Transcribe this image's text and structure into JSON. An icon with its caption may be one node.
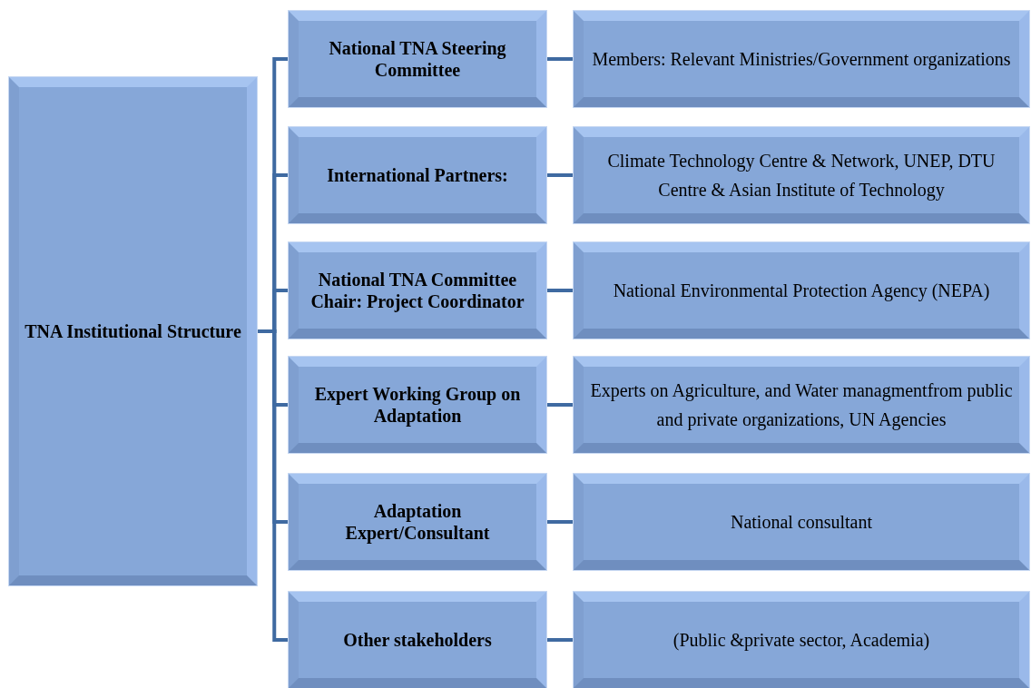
{
  "diagram": {
    "nodes": [
      {
        "text": [
          "TNA Institutional Structure"
        ]
      },
      {
        "text": [
          "National TNA Steering Committee"
        ]
      },
      {
        "text": [
          "Members: Relevant Ministries/Government organizations"
        ]
      },
      {
        "text": [
          "International Partners:"
        ]
      },
      {
        "text": [
          "Climate Technology Centre & Network, UNEP, DTU Centre & Asian Institute of Technology"
        ]
      },
      {
        "text": [
          "National TNA Committee Chair: Project Coordinator"
        ]
      },
      {
        "text": [
          "National Environmental Protection Agency (NEPA)"
        ]
      },
      {
        "text": [
          "Expert Working Group on Adaptation"
        ]
      },
      {
        "text": [
          "Experts on Agriculture, and Water managmentfrom public and private organizations, UN Agencies"
        ]
      },
      {
        "text": [
          "Adaptation Expert/Consultant"
        ]
      },
      {
        "text": [
          "National consultant"
        ]
      },
      {
        "text": [
          "Other stakeholders"
        ]
      },
      {
        "text": [
          "(Public &private sector, Academia)"
        ]
      }
    ],
    "edges": [
      {
        "from": 0,
        "to": 1,
        "arrow": "none"
      },
      {
        "from": 0,
        "to": 3,
        "arrow": "none"
      },
      {
        "from": 0,
        "to": 5,
        "arrow": "none"
      },
      {
        "from": 0,
        "to": 7,
        "arrow": "none"
      },
      {
        "from": 0,
        "to": 9,
        "arrow": "none"
      },
      {
        "from": 0,
        "to": 11,
        "arrow": "none"
      },
      {
        "from": 1,
        "to": 2,
        "arrow": "none"
      },
      {
        "from": 3,
        "to": 4,
        "arrow": "none"
      },
      {
        "from": 5,
        "to": 6,
        "arrow": "none"
      },
      {
        "from": 7,
        "to": 8,
        "arrow": "none"
      },
      {
        "from": 9,
        "to": 10,
        "arrow": "none"
      },
      {
        "from": 11,
        "to": 12,
        "arrow": "none"
      }
    ]
  }
}
